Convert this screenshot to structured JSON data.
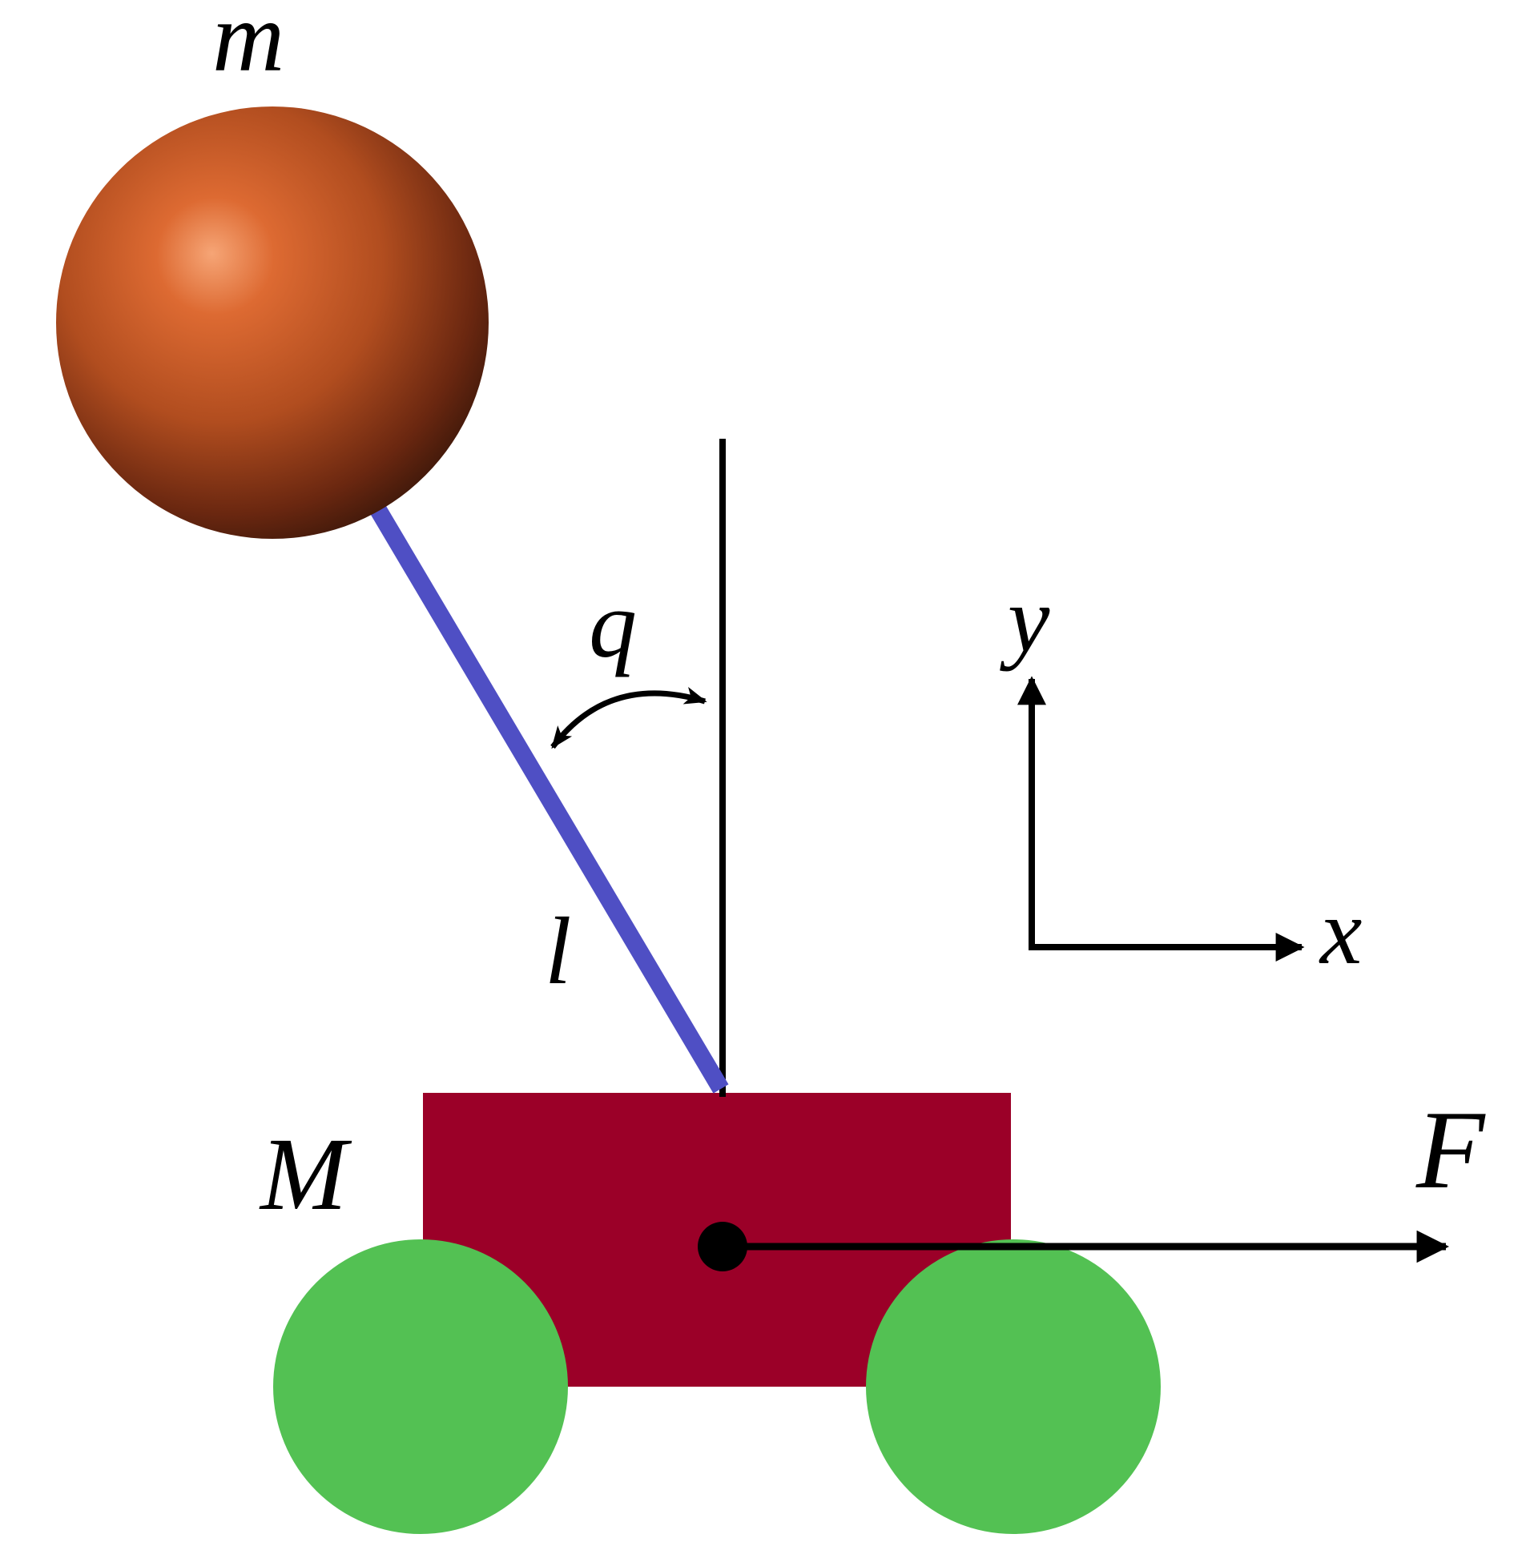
{
  "labels": {
    "pendulum_mass": "m",
    "angle": "q",
    "rod_length": "l",
    "cart_mass": "M",
    "force": "F",
    "axis_x": "x",
    "axis_y": "y"
  },
  "colors": {
    "background": "#ffffff",
    "bob": "#c85a28",
    "bob_highlight": "#f29a6a",
    "bob_shadow": "#4a1c0c",
    "rod": "#4f4fc4",
    "cart": "#9b0028",
    "wheels": "#53c153",
    "lines": "#000000"
  }
}
